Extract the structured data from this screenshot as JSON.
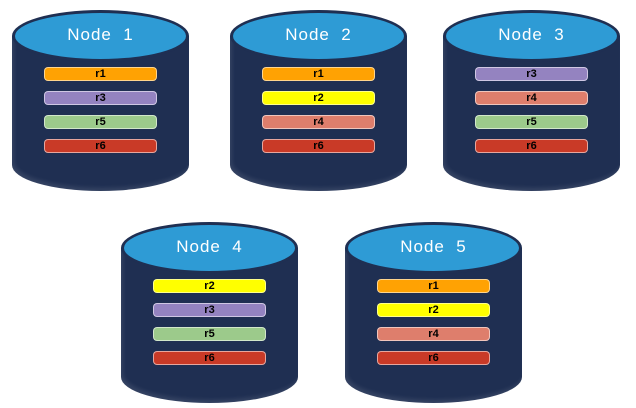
{
  "diagram": {
    "description": "Replica distribution across five database nodes",
    "background_color": "#FFFFFF",
    "cylinder": {
      "body_color": "#1F2F52",
      "top_color": "#2E9BD5",
      "outline_color": "#1F2F52",
      "title_color": "#FFFFFF"
    },
    "bar_text_color": "#000000",
    "replica_colors": {
      "r1": "#FFA203",
      "r2": "#FFFF00",
      "r3": "#9483C0",
      "r4": "#DE7E6C",
      "r5": "#9CCA8B",
      "r6": "#C93A27"
    },
    "nodes": [
      {
        "label": "Node  1",
        "replicas": [
          "r1",
          "r3",
          "r5",
          "r6"
        ]
      },
      {
        "label": "Node  2",
        "replicas": [
          "r1",
          "r2",
          "r4",
          "r6"
        ]
      },
      {
        "label": "Node  3",
        "replicas": [
          "r3",
          "r4",
          "r5",
          "r6"
        ]
      },
      {
        "label": "Node  4",
        "replicas": [
          "r2",
          "r3",
          "r5",
          "r6"
        ]
      },
      {
        "label": "Node  5",
        "replicas": [
          "r1",
          "r2",
          "r4",
          "r6"
        ]
      }
    ]
  }
}
